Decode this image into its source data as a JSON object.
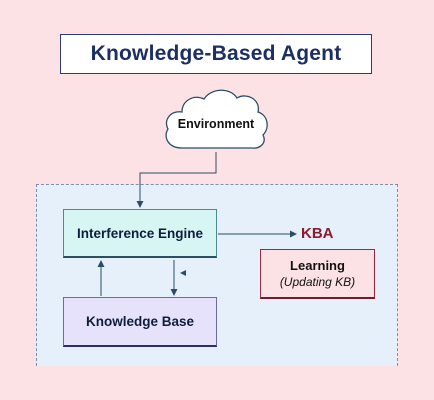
{
  "title": "Knowledge-Based Agent",
  "environment": "Environment",
  "engine": "Interference Engine",
  "knowledge_base": "Knowledge Base",
  "kba": "KBA",
  "learning": {
    "title": "Learning",
    "subtitle": "(Updating KB)"
  },
  "colors": {
    "background": "#fde2e5",
    "title": "#1c2f63",
    "panel": "#e6f0fb",
    "engine": "#d7f5f3",
    "knowledge_base": "#e6e2fb",
    "kba": "#8e1a2e",
    "arrow": "#2a4e66"
  }
}
